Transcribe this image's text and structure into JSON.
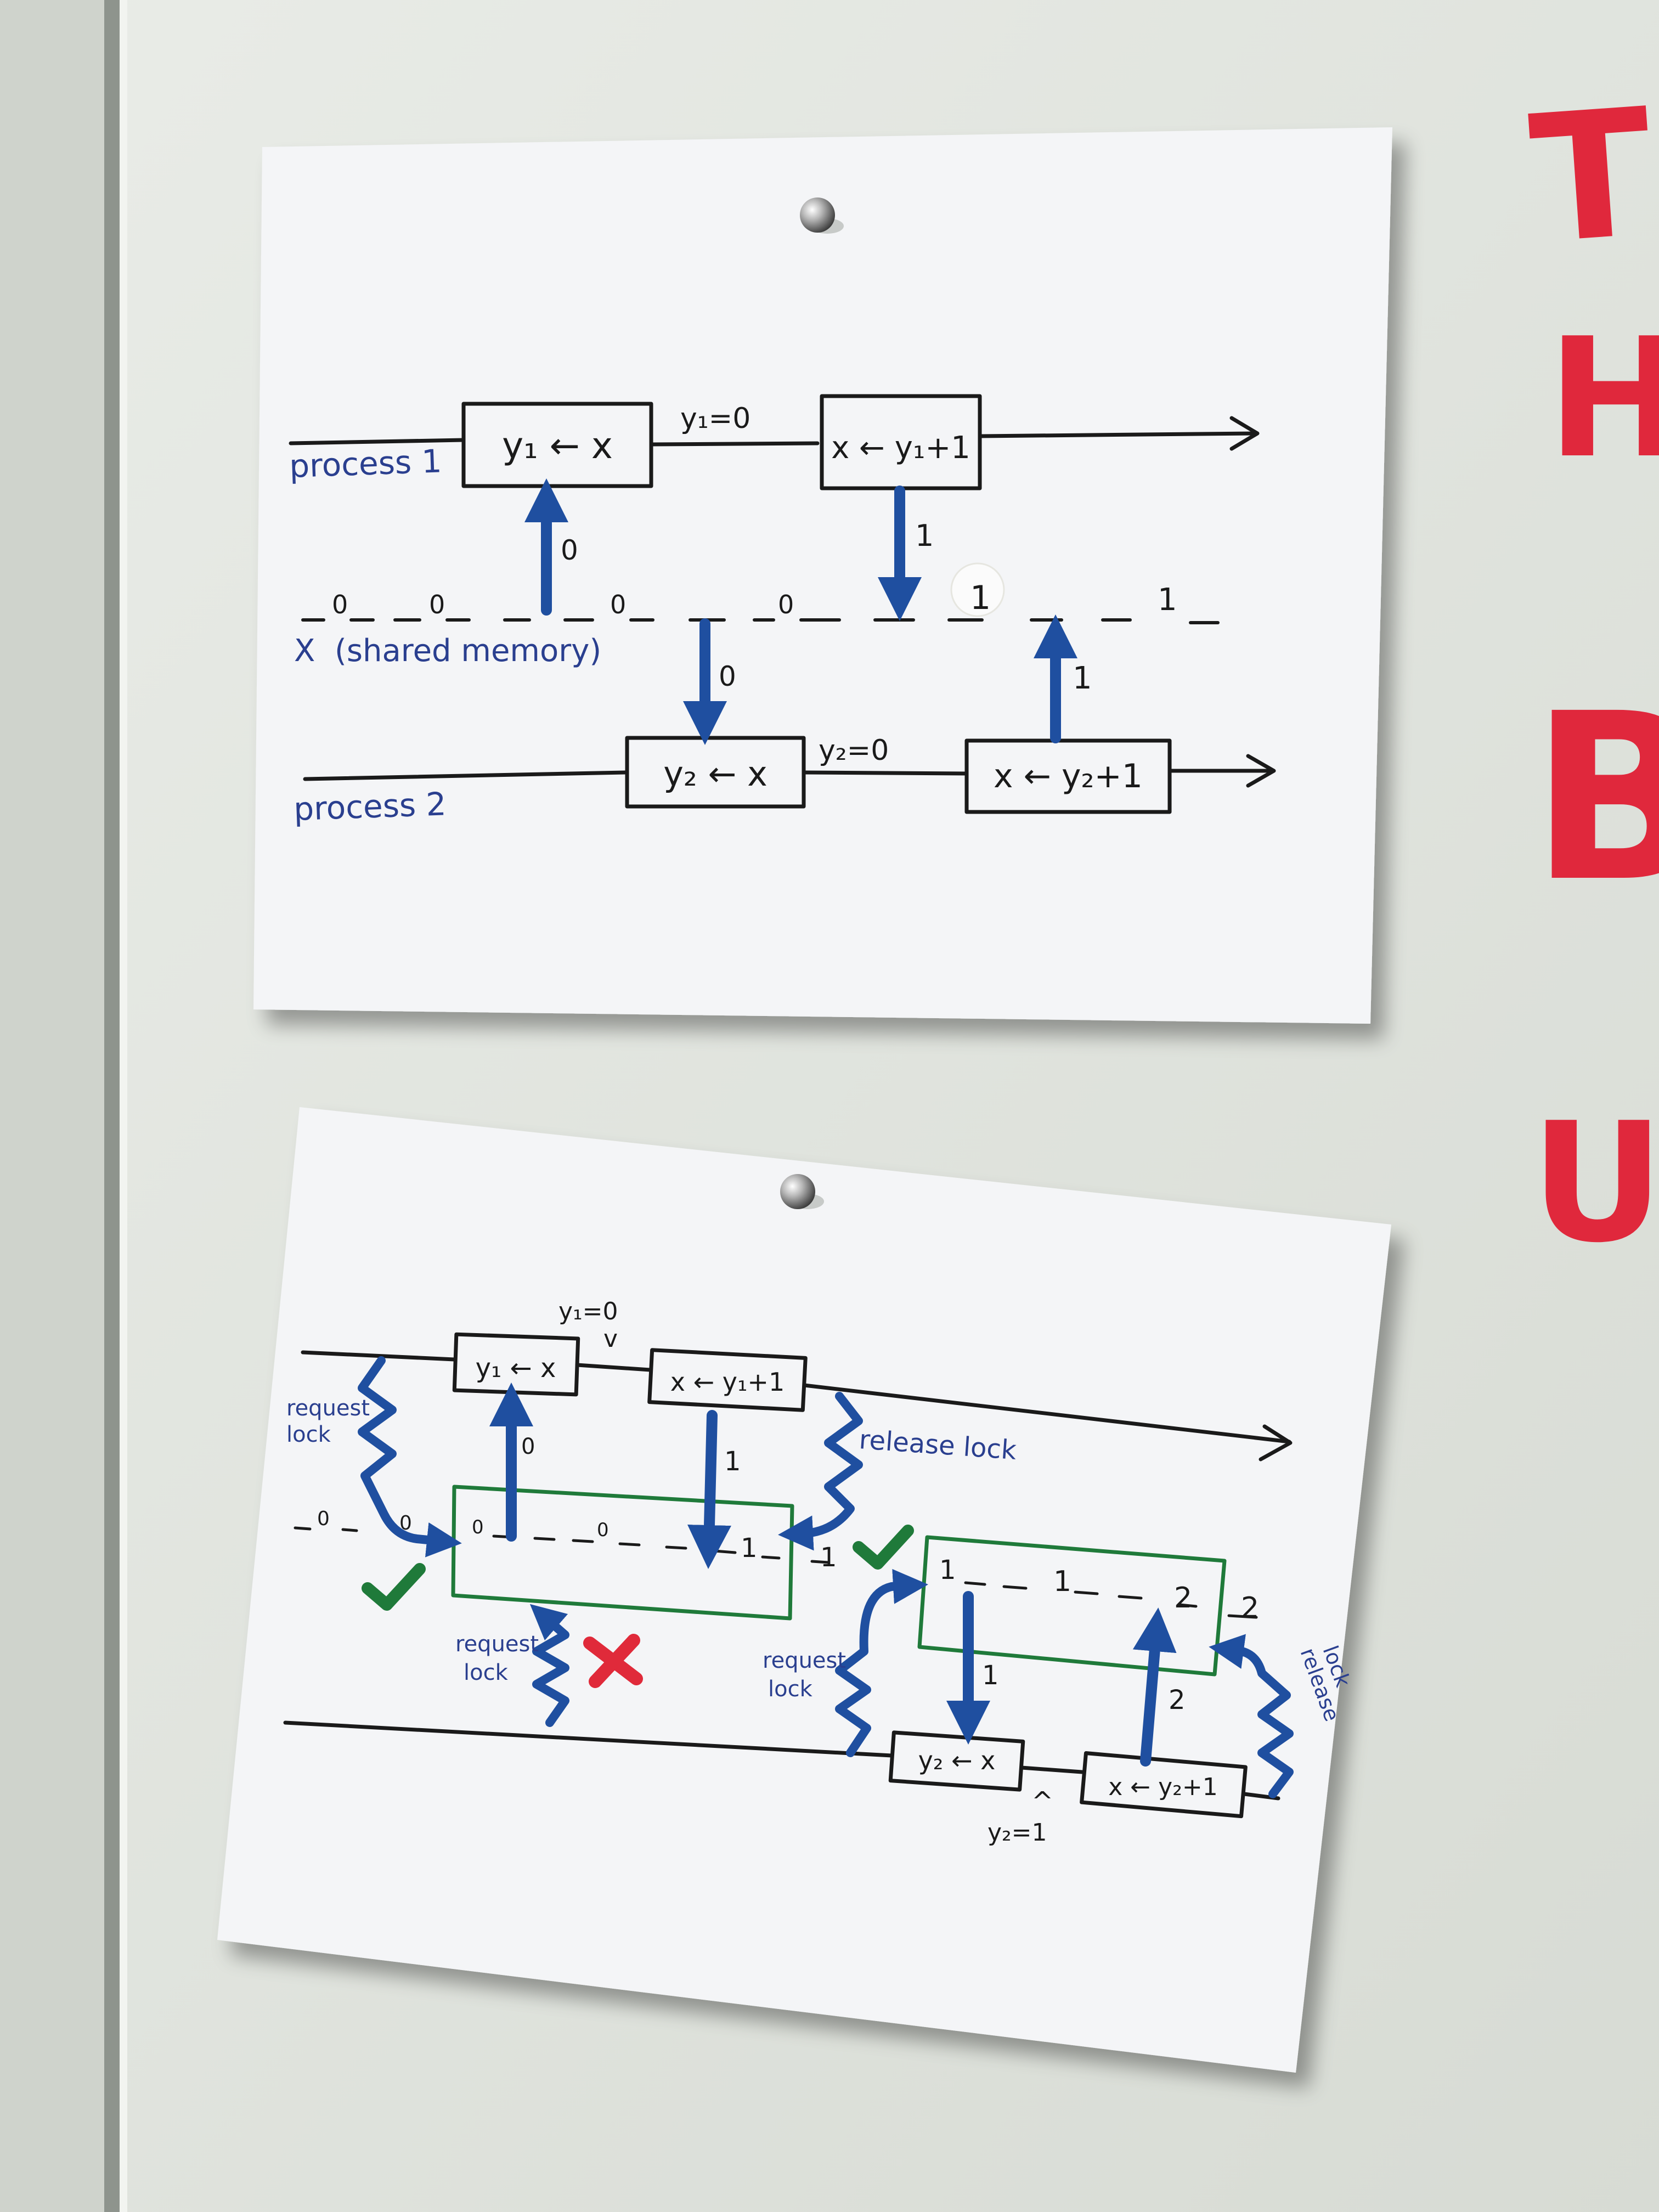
{
  "colors": {
    "ink_black": "#1a1a1a",
    "ink_blue": "#1f4fa0",
    "ink_blue_text": "#2a3f8f",
    "ink_green": "#1f7a3a",
    "ink_red": "#e02a3a",
    "whiteboard_red": "#e0283c",
    "paper": "#f3f4f6",
    "whiteboard": "#e4e7e2"
  },
  "whiteboard": {
    "edge_letters": [
      "Th",
      "H",
      "B",
      "Us"
    ]
  },
  "card1": {
    "process1_label": "process 1",
    "process2_label": "process 2",
    "memory_label": "X  (shared memory)",
    "p1_box1": "y₁ ← x",
    "p1_box2": "x ← y₁+1",
    "p1_note": "y₁=0",
    "p2_box1": "y₂ ← x",
    "p2_box2": "x ← y₂+1",
    "p2_note": "y₂=0",
    "arrow_val_1": "0",
    "arrow_val_2": "1",
    "arrow_val_3": "0",
    "arrow_val_4": "1",
    "mem_values": [
      "0",
      "0",
      "0",
      "0",
      "1",
      "1"
    ]
  },
  "card2": {
    "p1_box1": "y₁ ← x",
    "p1_box2": "x ← y₁+1",
    "p1_note": "y₁=0",
    "p1_note_mark": "v",
    "p2_box1": "y₂ ← x",
    "p2_box2": "x ← y₂+1",
    "p2_note": "y₂=1",
    "p2_note_mark": "^",
    "request_lock_1": [
      "request",
      "lock"
    ],
    "request_lock_2": [
      "request",
      "lock"
    ],
    "request_lock_3": [
      "request",
      "lock"
    ],
    "release_lock_1": "release lock",
    "release_lock_2": [
      "release",
      "lock"
    ],
    "arrow_val_1": "0",
    "arrow_val_2": "1",
    "arrow_val_3": "1",
    "arrow_val_4": "2",
    "mem_values_left": [
      "0",
      "0",
      "0",
      "0",
      "1"
    ],
    "mem_between": "1",
    "mem_values_right": [
      "1",
      "1",
      "2"
    ],
    "mem_after": "2"
  }
}
